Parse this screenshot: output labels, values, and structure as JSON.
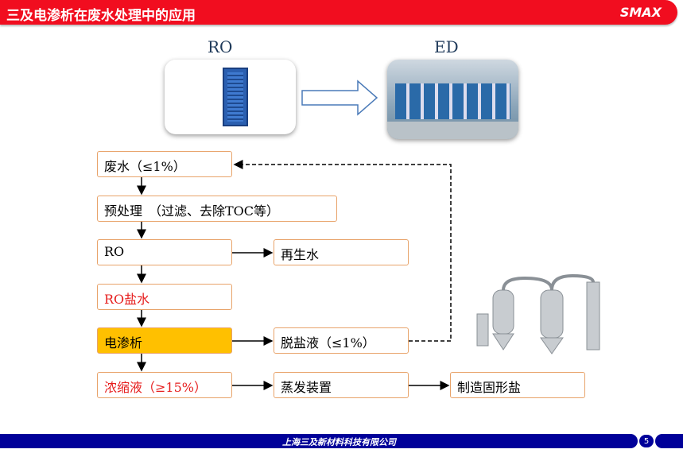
{
  "header": {
    "title": "三及电渗析在废水处理中的应用",
    "logo": "SMAX"
  },
  "top": {
    "ro_label": "RO",
    "ed_label": "ED"
  },
  "flow": {
    "left": [
      "废水（≤1%）",
      "预处理　（过滤、去除TOC等）",
      "RO",
      "RO盐水",
      "电渗析",
      "浓缩液（≥15%）"
    ],
    "middle": [
      "再生水",
      "脱盐液（≤1%）",
      "蒸发装置"
    ],
    "right": [
      "制造固形盐"
    ]
  },
  "footer": {
    "company": "上海三及新材料科技有限公司",
    "page": "5"
  },
  "colors": {
    "header": "#f10d1f",
    "footer": "#000099",
    "highlight": "#ffc000",
    "red_text": "#e61e1e"
  }
}
